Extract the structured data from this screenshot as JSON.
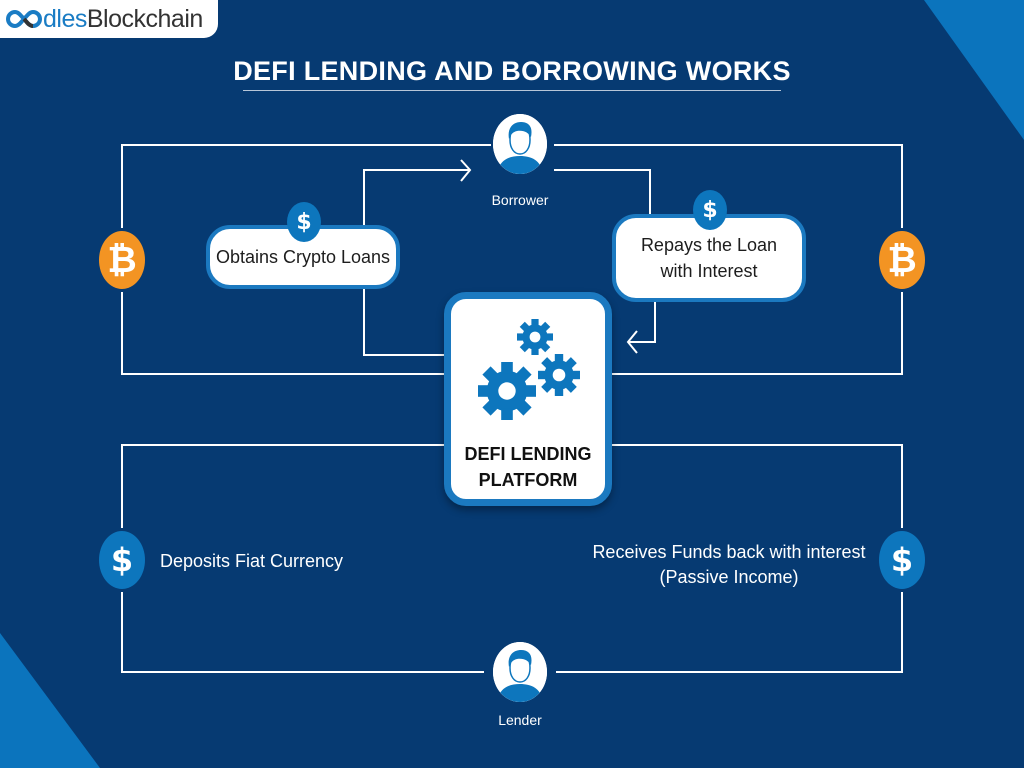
{
  "logo": {
    "brand_part1": "dles",
    "brand_part2": "Blockchain",
    "mark_icon": "infinity-loop-icon"
  },
  "title": "DEFI LENDING AND BORROWING WORKS",
  "colors": {
    "background": "#063a72",
    "accent_blue": "#0b74bd",
    "bitcoin_orange": "#f39423",
    "line_white": "#ffffff"
  },
  "nodes": {
    "borrower": {
      "label": "Borrower",
      "icon": "user-avatar-icon"
    },
    "lender": {
      "label": "Lender",
      "icon": "user-avatar-icon"
    },
    "platform": {
      "line1": "DEFI LENDING",
      "line2": "PLATFORM",
      "icon": "gears-icon"
    }
  },
  "steps": {
    "obtains": {
      "text": "Obtains Crypto Loans",
      "icon": "dollar-icon"
    },
    "repays": {
      "line1": "Repays the Loan",
      "line2": "with Interest",
      "icon": "dollar-icon"
    },
    "deposits": {
      "text": "Deposits Fiat Currency",
      "icon": "dollar-icon"
    },
    "receives": {
      "line1": "Receives Funds back with interest",
      "line2": "(Passive Income)",
      "icon": "dollar-icon"
    }
  },
  "coins": {
    "bitcoin_symbol": "₿",
    "dollar_symbol": "$"
  }
}
